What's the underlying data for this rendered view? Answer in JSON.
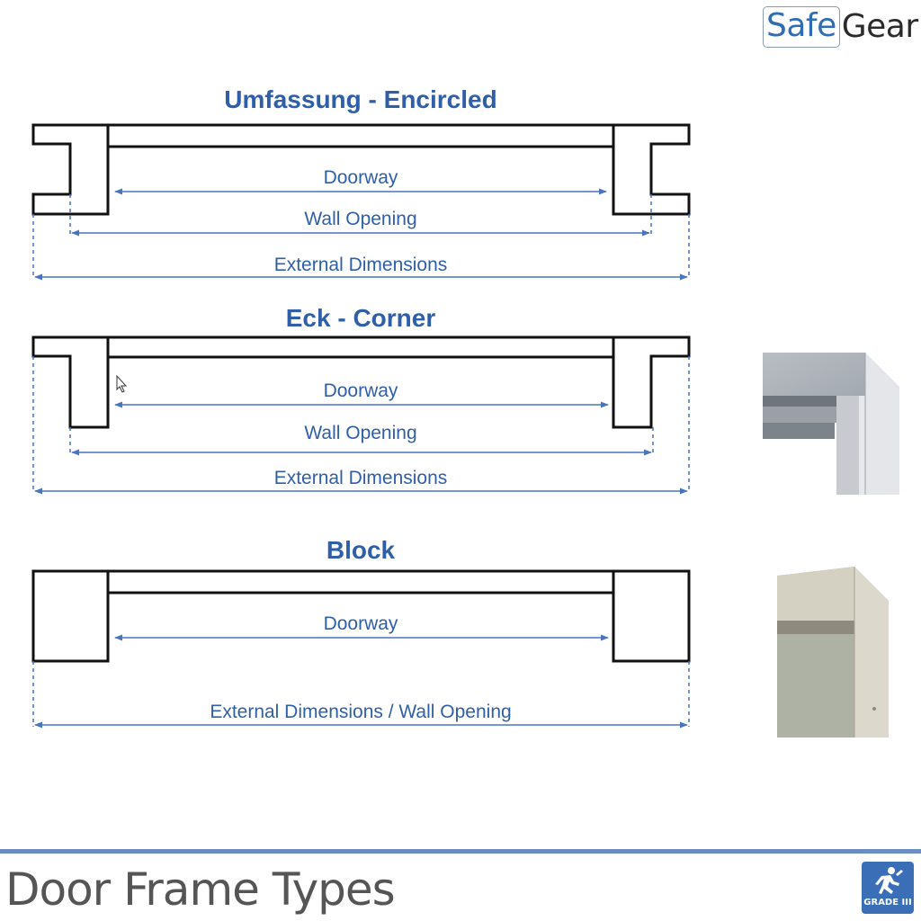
{
  "brand": {
    "part1": "Safe",
    "part2": "Gear"
  },
  "sections": [
    {
      "title": "Umfassung - Encircled",
      "labels": [
        "Doorway",
        "Wall Opening",
        "External Dimensions"
      ]
    },
    {
      "title": "Eck - Corner",
      "labels": [
        "Doorway",
        "Wall Opening",
        "External Dimensions"
      ]
    },
    {
      "title": "Block",
      "labels": [
        "Doorway",
        "External Dimensions / Wall Opening"
      ]
    }
  ],
  "footer": {
    "title": "Door Frame Types",
    "badge_text": "GRADE III"
  },
  "icons": [
    "cursor-icon",
    "grade-runner-icon"
  ],
  "colors": {
    "accent": "#2f5fa8",
    "divider": "#6b8ec2",
    "badge": "#3a6fb8"
  }
}
